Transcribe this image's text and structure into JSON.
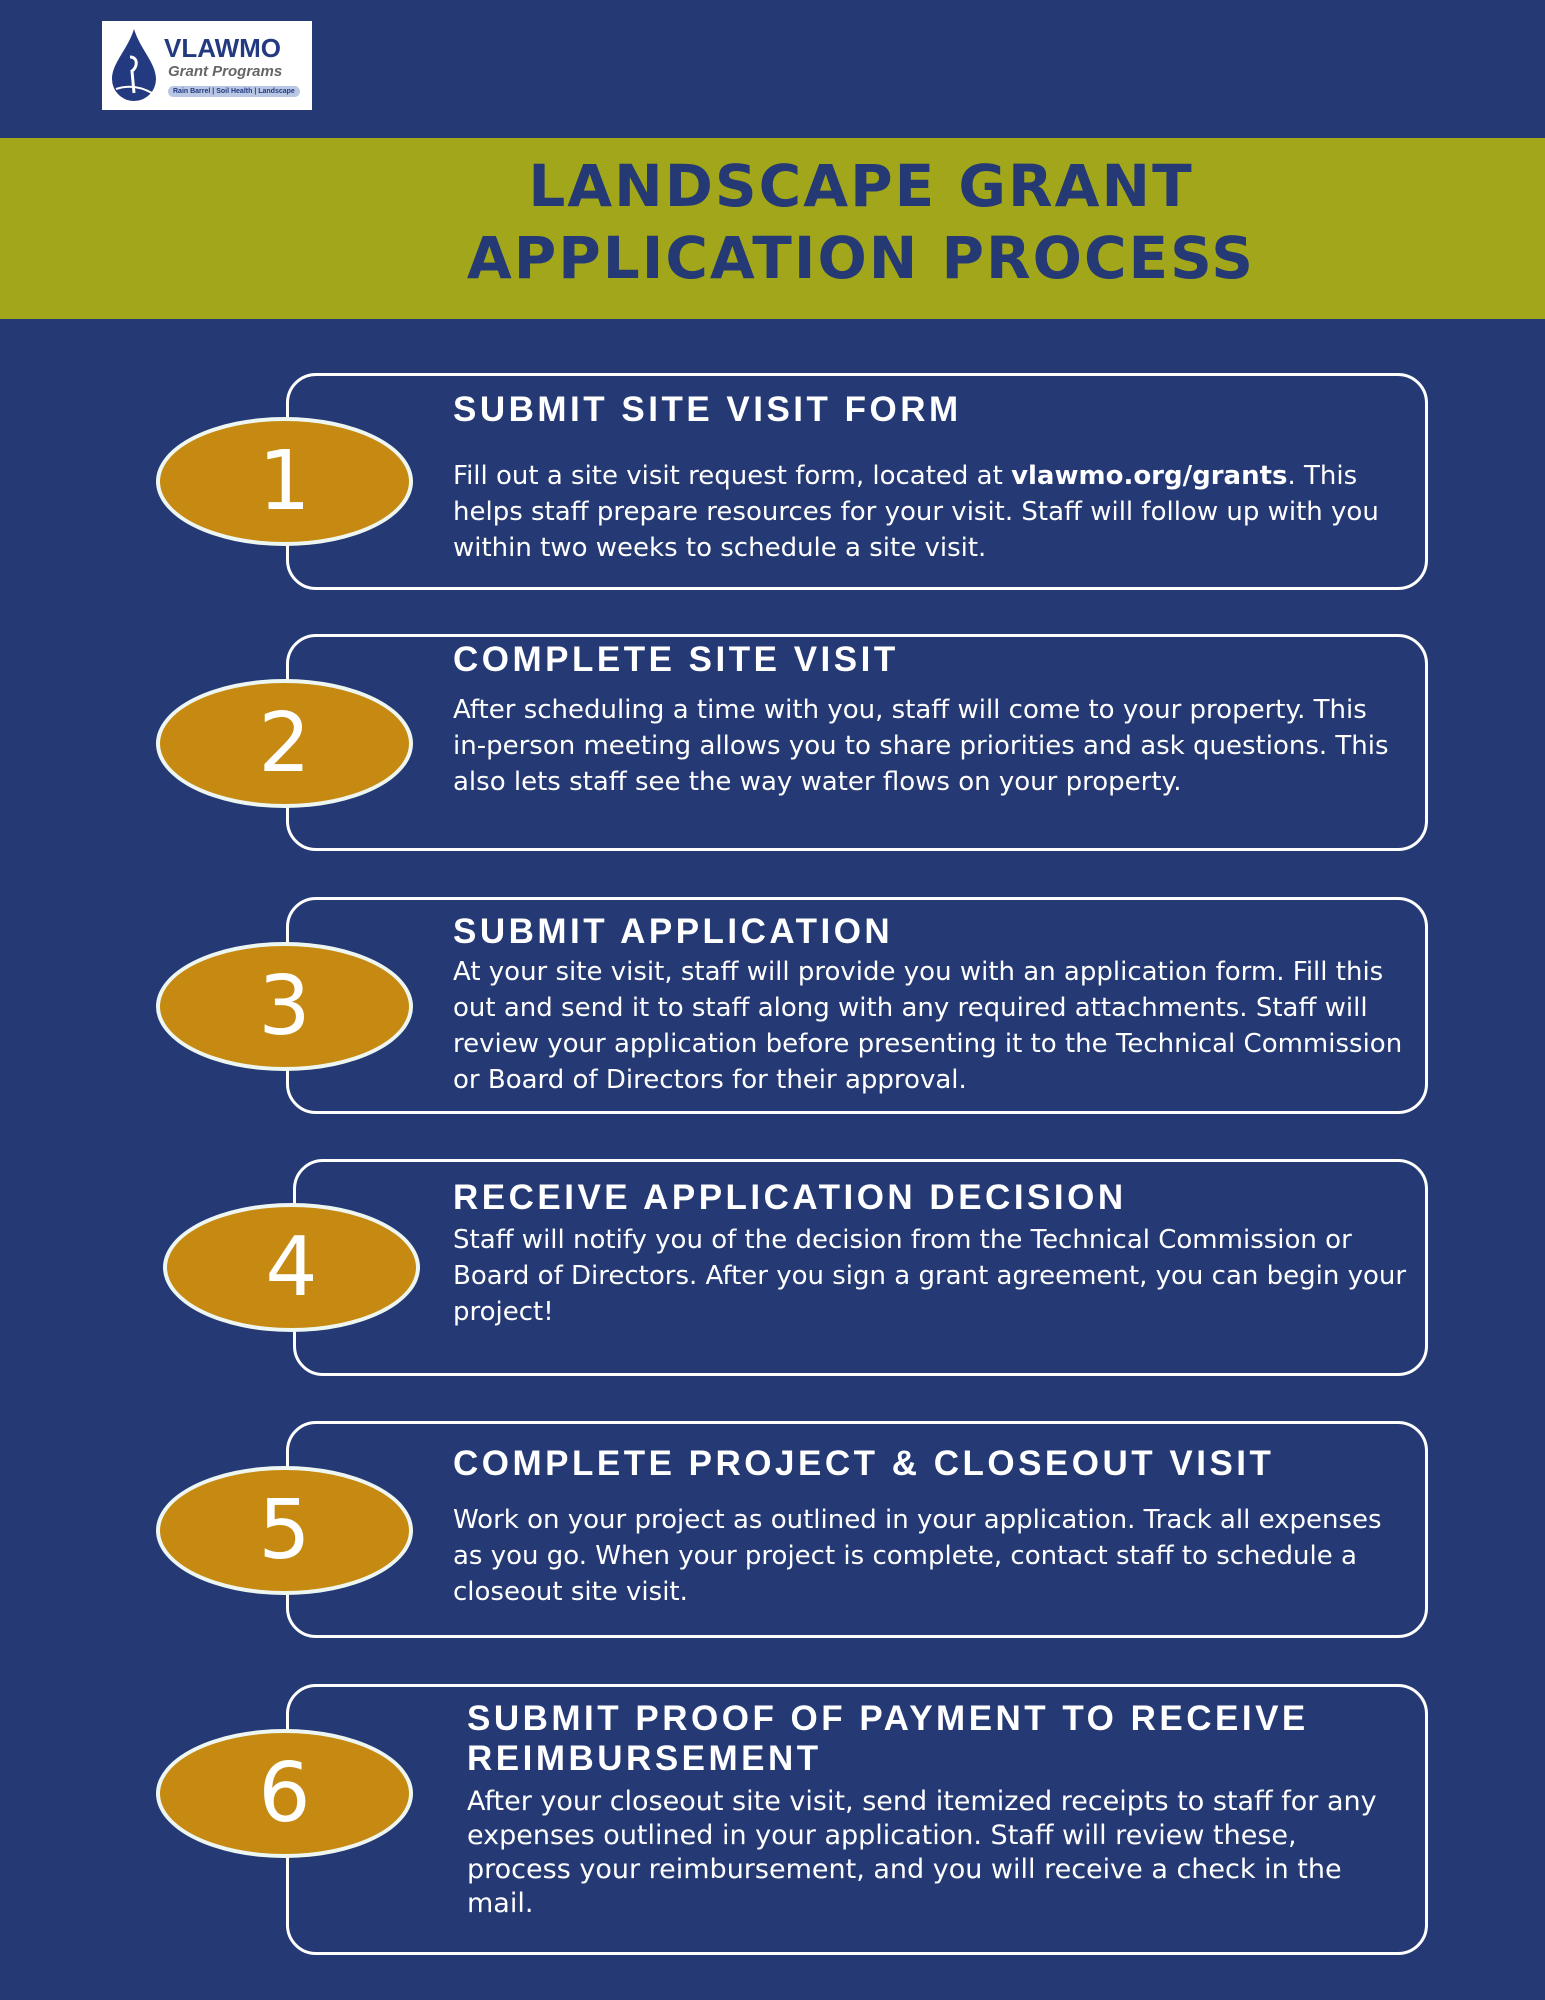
{
  "logo": {
    "name": "VLAWMO",
    "subtitle": "Grant Programs",
    "tagline": "Rain Barrel | Soil Health | Landscape"
  },
  "title": {
    "line1": "LANDSCAPE GRANT",
    "line2": "APPLICATION PROCESS"
  },
  "colors": {
    "background": "#253a75",
    "band": "#a2a61a",
    "oval": "#c68a12"
  },
  "steps": [
    {
      "number": "1",
      "heading": "SUBMIT SITE VISIT FORM",
      "body_pre": "Fill out a site visit request form, located at ",
      "body_link": "vlawmo.org/grants",
      "body_post": ". This helps staff prepare resources for your visit. Staff will follow up with you within two weeks to schedule a site visit."
    },
    {
      "number": "2",
      "heading": "COMPLETE SITE VISIT",
      "body": "After scheduling a time with you, staff will come to your property. This in-person meeting allows you to share priorities and ask questions. This also lets staff see the way water flows on your property."
    },
    {
      "number": "3",
      "heading": "SUBMIT APPLICATION",
      "body": "At your site visit, staff will provide you with an application form. Fill this out and send it to staff along with any required attachments. Staff will review your application before presenting it to the Technical Commission or Board of Directors for their approval."
    },
    {
      "number": "4",
      "heading": "RECEIVE APPLICATION DECISION",
      "body": "Staff will notify you of the decision from the Technical Commission or Board of Directors. After you sign a grant agreement, you can begin your project!"
    },
    {
      "number": "5",
      "heading": "COMPLETE PROJECT & CLOSEOUT VISIT",
      "body": "Work on your project as outlined in your application. Track all expenses as you go. When your project is complete, contact staff to schedule a closeout site visit."
    },
    {
      "number": "6",
      "heading": "SUBMIT PROOF OF PAYMENT TO RECEIVE REIMBURSEMENT",
      "body": "After your closeout site visit, send itemized receipts to staff for any expenses outlined in your application. Staff will review these, process your reimbursement, and you will receive a check in the mail."
    }
  ]
}
